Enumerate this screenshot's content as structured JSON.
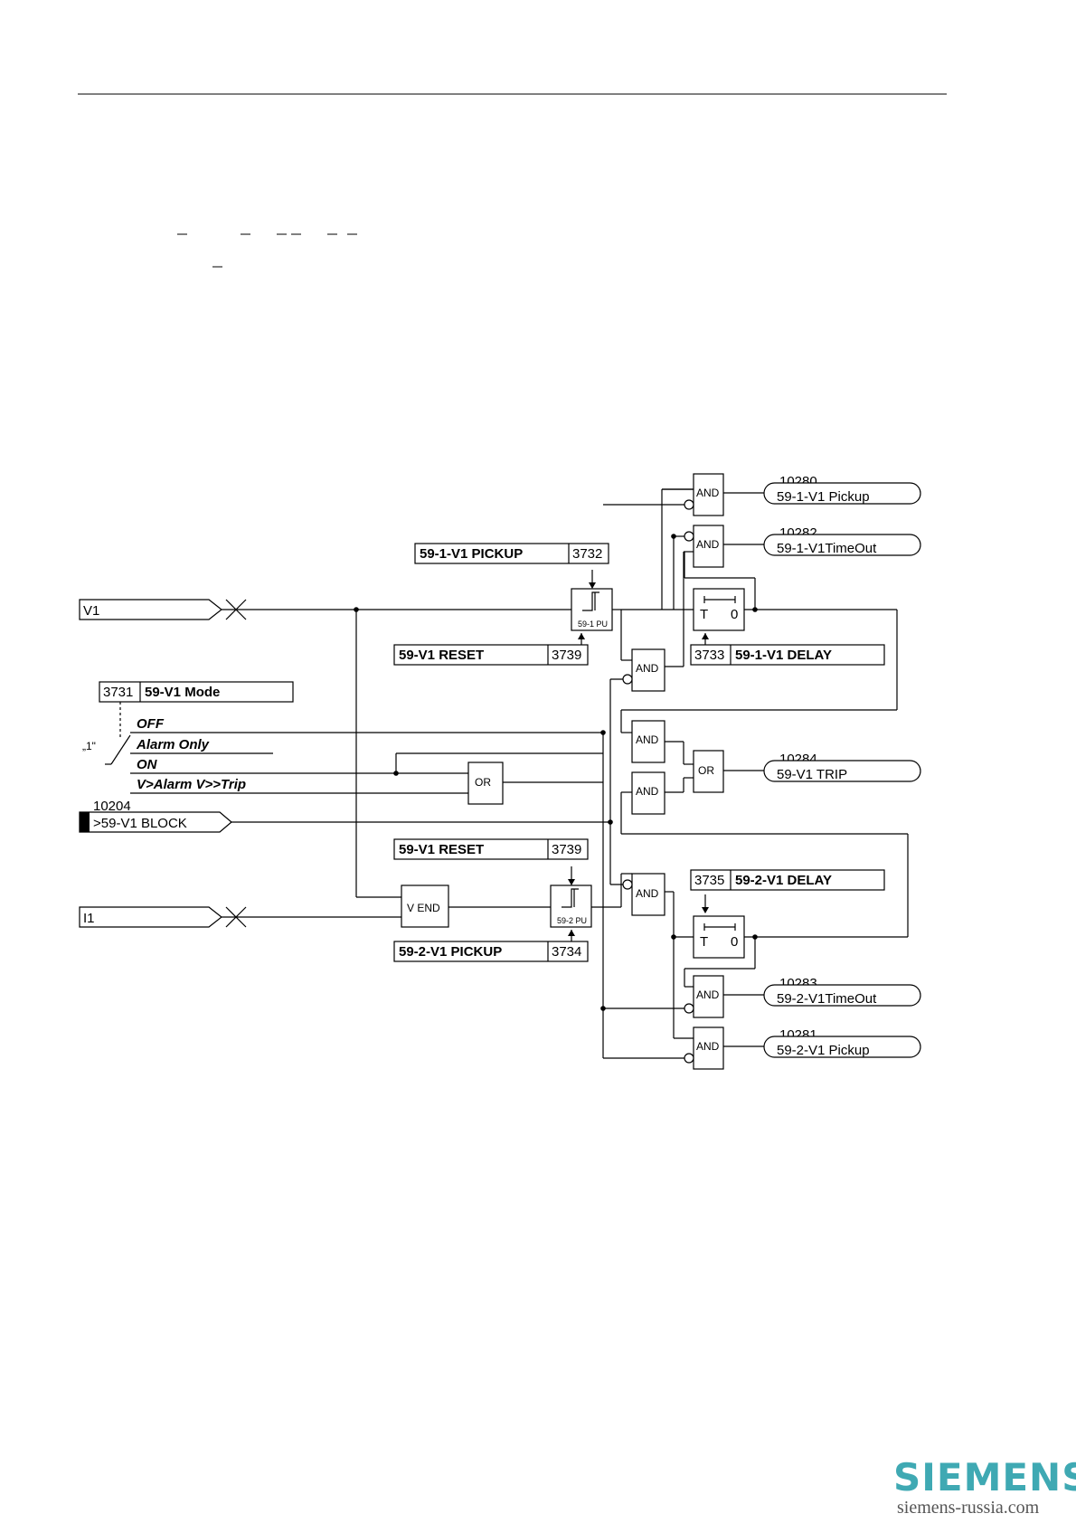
{
  "inputs": {
    "v1": "V1",
    "i1": "I1",
    "block_number": "10204",
    "block_label": ">59-V1 BLOCK"
  },
  "mode": {
    "number": "3731",
    "label": "59-V1 Mode",
    "constant": "„1\"",
    "options": [
      "OFF",
      "Alarm Only",
      "ON",
      "V>Alarm V>>Trip"
    ]
  },
  "settings": {
    "pickup1": {
      "label": "59-1-V1 PICKUP",
      "number": "3732"
    },
    "reset_top": {
      "label": "59-V1 RESET",
      "number": "3739"
    },
    "delay1": {
      "number": "3733",
      "label": "59-1-V1 DELAY"
    },
    "reset_bottom": {
      "label": "59-V1 RESET",
      "number": "3739"
    },
    "delay2": {
      "number": "3735",
      "label": "59-2-V1 DELAY"
    },
    "pickup2": {
      "label": "59-2-V1 PICKUP",
      "number": "3734"
    }
  },
  "blocks": {
    "and": "AND",
    "or": "OR",
    "vend": "V END",
    "pu1": "59-1 PU",
    "pu2": "59-2 PU",
    "timer_t": "T",
    "timer_0": "0"
  },
  "outputs": [
    {
      "number": "10280",
      "label": "59-1-V1 Pickup"
    },
    {
      "number": "10282",
      "label": "59-1-V1TimeOut"
    },
    {
      "number": "10284",
      "label": "59-V1 TRIP"
    },
    {
      "number": "10283",
      "label": "59-2-V1TimeOut"
    },
    {
      "number": "10281",
      "label": "59-2-V1 Pickup"
    }
  ],
  "logo": {
    "word": "SIEMENS",
    "url": "siemens-russia.com",
    "color": "#3fa9b3"
  }
}
